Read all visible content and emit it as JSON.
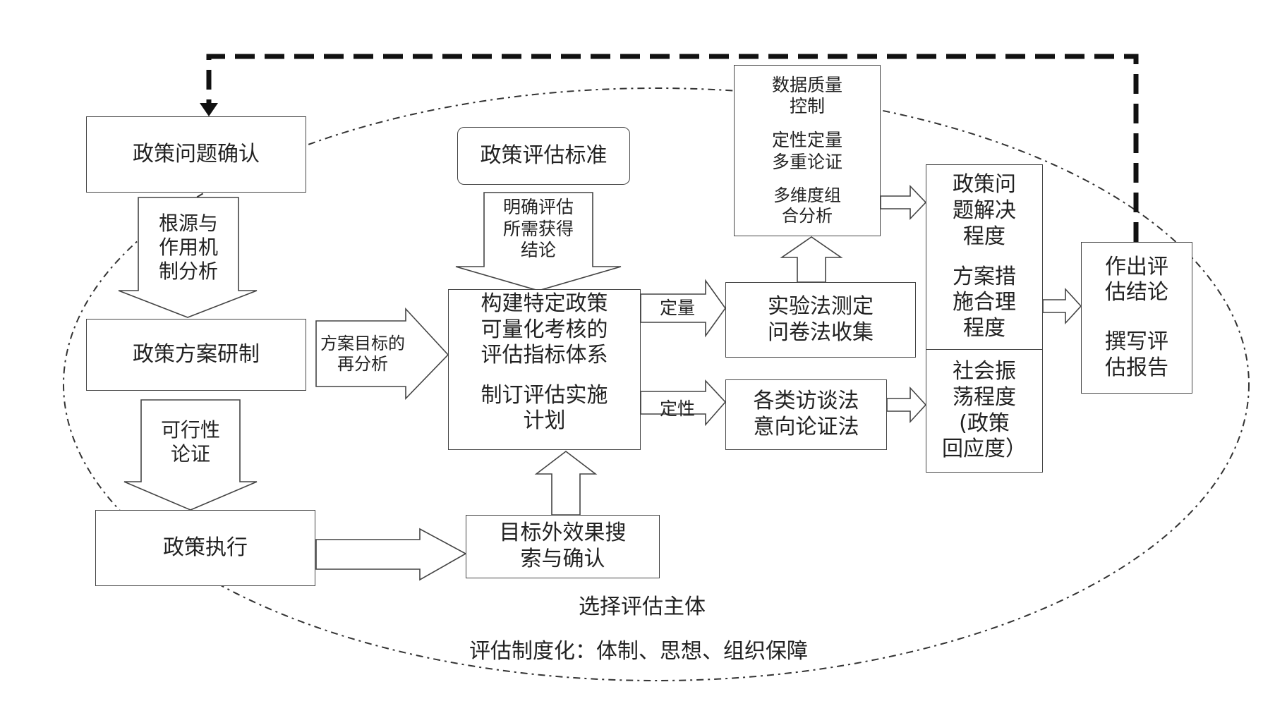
{
  "boxes": {
    "problem_confirm": "政策问题确认",
    "plan_develop": "政策方案研制",
    "execution": "政策执行",
    "eval_standard": "政策评估标准",
    "build_system": "构建特定政策\n可量化考核的\n评估指标体系",
    "make_plan": "制订评估实施\n计划",
    "side_effects": "目标外效果搜\n索与确认",
    "quality_control": "数据质量\n控制",
    "multi_argument": "定性定量\n多重论证",
    "multi_dim": "多维度组\n合分析",
    "experiment": "实验法测定\n问卷法收集",
    "interview": "各类访谈法\n意向论证法",
    "problem_solved": "政策问\n题解决\n程度",
    "plan_reason": "方案措\n施合理\n程度",
    "social_shock": "社会振\n荡程度\n(政策\n回应度）",
    "conclusion": "作出评\n估结论",
    "report": "撰写评\n估报告"
  },
  "arrows": {
    "root_analysis": "根源与\n作用机\n制分析",
    "feasibility": "可行性\n论证",
    "clear_conclusion": "明确评估\n所需获得\n结论",
    "target_reanalysis": "方案目标的\n再分析",
    "quantitative": "定量",
    "qualitative": "定性"
  },
  "footer": {
    "select_subject": "选择评估主体",
    "institutionalize": "评估制度化：体制、思想、组织保障"
  },
  "colors": {
    "line": "#444444",
    "dash": "#111111"
  }
}
